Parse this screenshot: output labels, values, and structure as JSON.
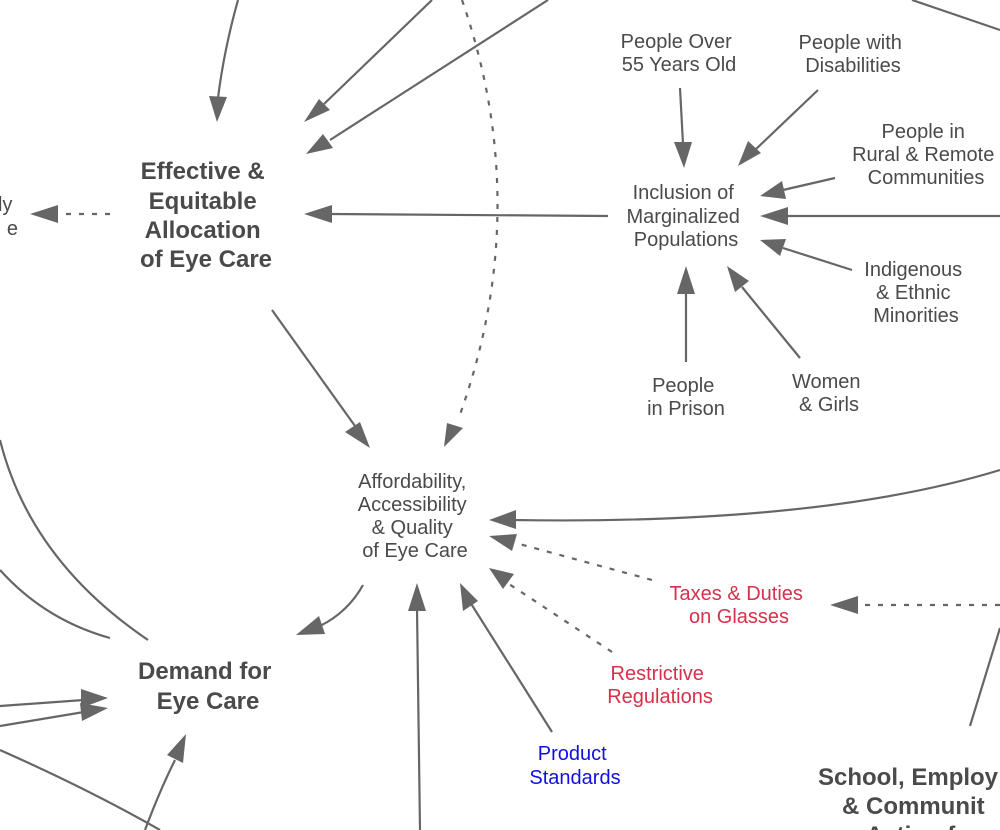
{
  "nodes": {
    "partial_left": [
      "ply",
      "e"
    ],
    "effective_allocation": [
      "Effective &",
      "Equitable",
      "Allocation",
      "of Eye Care"
    ],
    "inclusion": [
      "Inclusion of",
      "Marginalized",
      "Populations"
    ],
    "people_over_55": [
      "People Over",
      "55 Years Old"
    ],
    "people_disabilities": [
      "People with",
      "Disabilities"
    ],
    "people_rural": [
      "People in",
      "Rural & Remote",
      "Communities"
    ],
    "indigenous": [
      "Indigenous",
      "& Ethnic",
      "Minorities"
    ],
    "women_girls": [
      "Women",
      "& Girls"
    ],
    "people_prison": [
      "People",
      "in Prison"
    ],
    "affordability": [
      "Affordability,",
      "Accessibility",
      "& Quality",
      "of Eye Care"
    ],
    "taxes": [
      "Taxes & Duties",
      "on Glasses"
    ],
    "restrictive": [
      "Restrictive",
      "Regulations"
    ],
    "product_standards": [
      "Product",
      "Standards"
    ],
    "demand": [
      "Demand for",
      "Eye Care"
    ],
    "school": [
      "School, Employ",
      "& Communit",
      "Action for"
    ]
  },
  "colors": {
    "text": "#4a4a4a",
    "edge": "#666666",
    "barrier": "#d6304a",
    "standard": "#1010e0"
  }
}
